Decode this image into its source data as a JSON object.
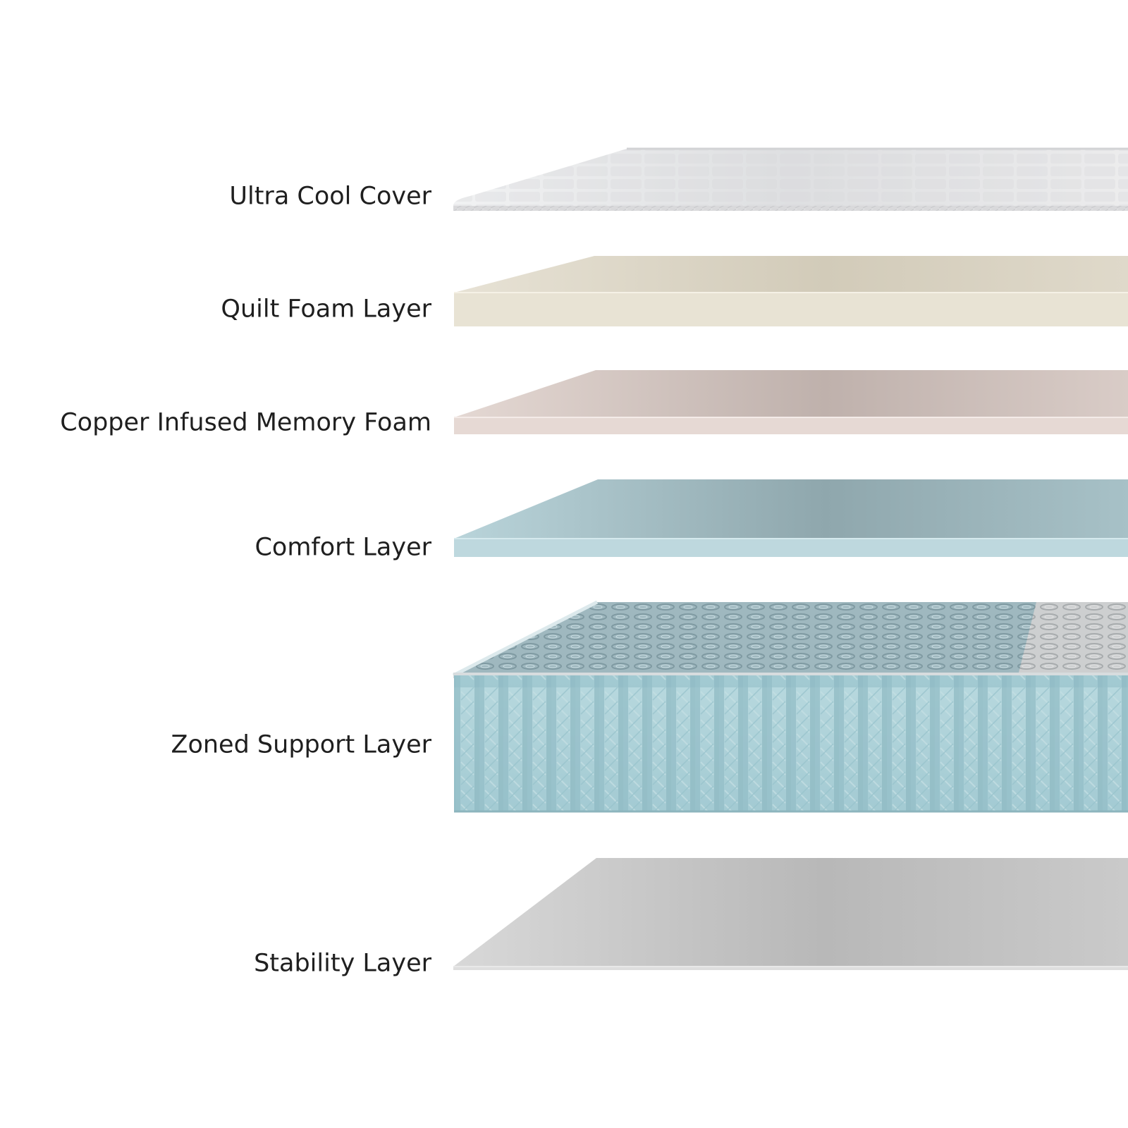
{
  "layers": [
    {
      "label": "Ultra Cool Cover",
      "icon": "cover-fabric",
      "color": "#d8d9db"
    },
    {
      "label": "Quilt Foam Layer",
      "icon": "foam-slab",
      "color": "#e4dfcf"
    },
    {
      "label": "Copper Infused Memory Foam",
      "icon": "foam-slab",
      "color": "#e6d8d4"
    },
    {
      "label": "Comfort Layer",
      "icon": "foam-slab",
      "color": "#bfd8de"
    },
    {
      "label": "Zoned Support Layer",
      "icon": "pocket-coils",
      "color": "#a8cbd2"
    },
    {
      "label": "Stability Layer",
      "icon": "base-board",
      "color": "#c7c7c7"
    }
  ]
}
